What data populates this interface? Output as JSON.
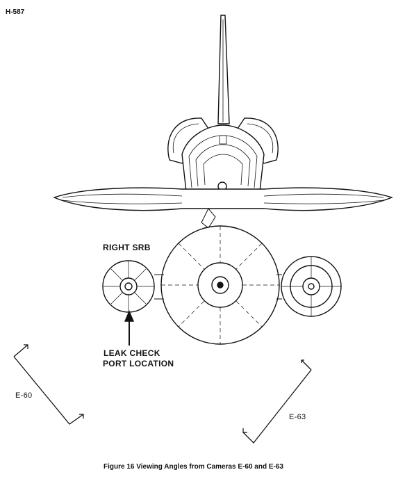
{
  "page_id": "H-587",
  "labels": {
    "right_srb": "RIGHT SRB",
    "leak_check_line1": "LEAK CHECK",
    "leak_check_line2": "PORT LOCATION",
    "camera_e60": "E-60",
    "camera_e63": "E-63"
  },
  "caption": "Figure 16 Viewing Angles from Cameras E-60 and E-63"
}
